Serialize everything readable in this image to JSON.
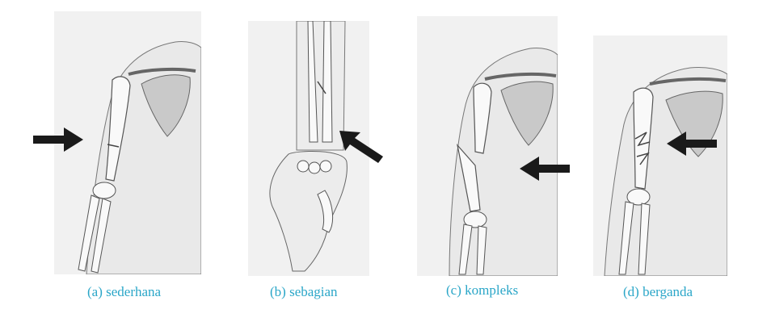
{
  "figure": {
    "captions": {
      "a": "(a) sederhana",
      "b": "(b) sebagian",
      "c": "(c) kompleks",
      "d": "(d) berganda"
    },
    "colors": {
      "caption": "#2aa6c8",
      "panel_bg": "#f1f1f1",
      "skin": "#ececec",
      "bone": "#f9f9f9",
      "outline": "#555555",
      "arrow": "#1a1a1a"
    },
    "icons": {
      "arrow_a": "arrow-right-icon",
      "arrow_b": "arrow-up-left-icon",
      "arrow_c": "arrow-left-icon",
      "arrow_d": "arrow-left-icon"
    }
  }
}
